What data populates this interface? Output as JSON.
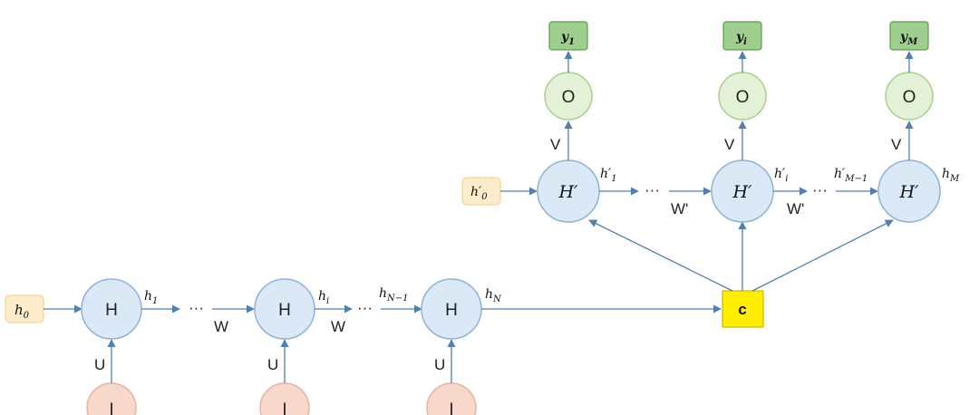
{
  "encoder": {
    "initial_state": "h",
    "initial_state_sub": "0",
    "cell_label": "H",
    "input_label": "I",
    "input_weight": "U",
    "recurrent_weight": "W",
    "ellipsis": "···",
    "outputs": [
      {
        "base": "h",
        "sub": "1"
      },
      {
        "base": "h",
        "sub": "i"
      },
      {
        "base": "h",
        "sub": "N−1"
      },
      {
        "base": "h",
        "sub": "N"
      }
    ]
  },
  "context": {
    "label": "c"
  },
  "decoder": {
    "initial_state": "h′",
    "initial_state_sub": "0",
    "cell_label": "H′",
    "output_node_label": "O",
    "output_weight": "V",
    "recurrent_weight": "W'",
    "ellipsis": "···",
    "hidden": [
      {
        "base": "h′",
        "sub": "1"
      },
      {
        "base": "h′",
        "sub": "i"
      },
      {
        "base": "h′",
        "sub": "M−1"
      },
      {
        "base": "h",
        "sub": "M"
      }
    ],
    "outputs": [
      {
        "base": "y",
        "sub": "1"
      },
      {
        "base": "y",
        "sub": "i"
      },
      {
        "base": "y",
        "sub": "M"
      }
    ]
  },
  "colors": {
    "hidden_fill": "#dbe8f5",
    "output_fill": "#e3f1d6",
    "input_fill": "#f7d8cb",
    "initial_fill": "#fdeccc",
    "y_fill": "#9fcf8f",
    "context_fill": "#ffee00",
    "edge": "#4f7fb3"
  }
}
